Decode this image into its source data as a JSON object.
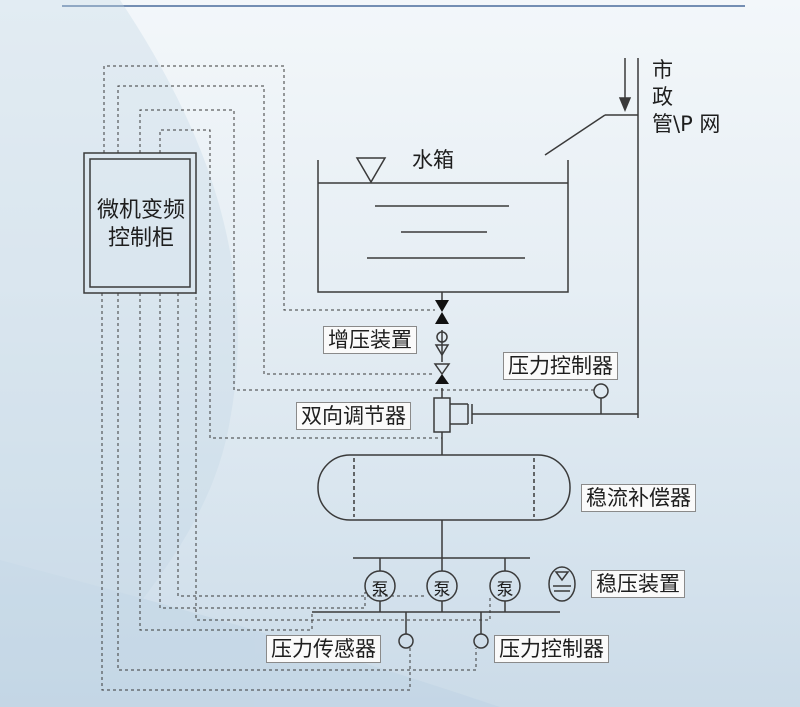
{
  "labels": {
    "control_cabinet_line1": "微机变频",
    "control_cabinet_line2": "控制柜",
    "water_tank": "水箱",
    "municipal_1": "市",
    "municipal_2": "政",
    "municipal_3": "管\\P 网",
    "booster_device": "增压装置",
    "pressure_controller_top": "压力控制器",
    "bidirectional_regulator": "双向调节器",
    "flow_compensator": "稳流补偿器",
    "pump": "泵",
    "pressure_stabilizer": "稳压装置",
    "pressure_sensor": "压力传感器",
    "pressure_controller_bottom": "压力控制器"
  },
  "colors": {
    "line": "#3a3a3a",
    "top_rule": "#4a6c9b"
  }
}
